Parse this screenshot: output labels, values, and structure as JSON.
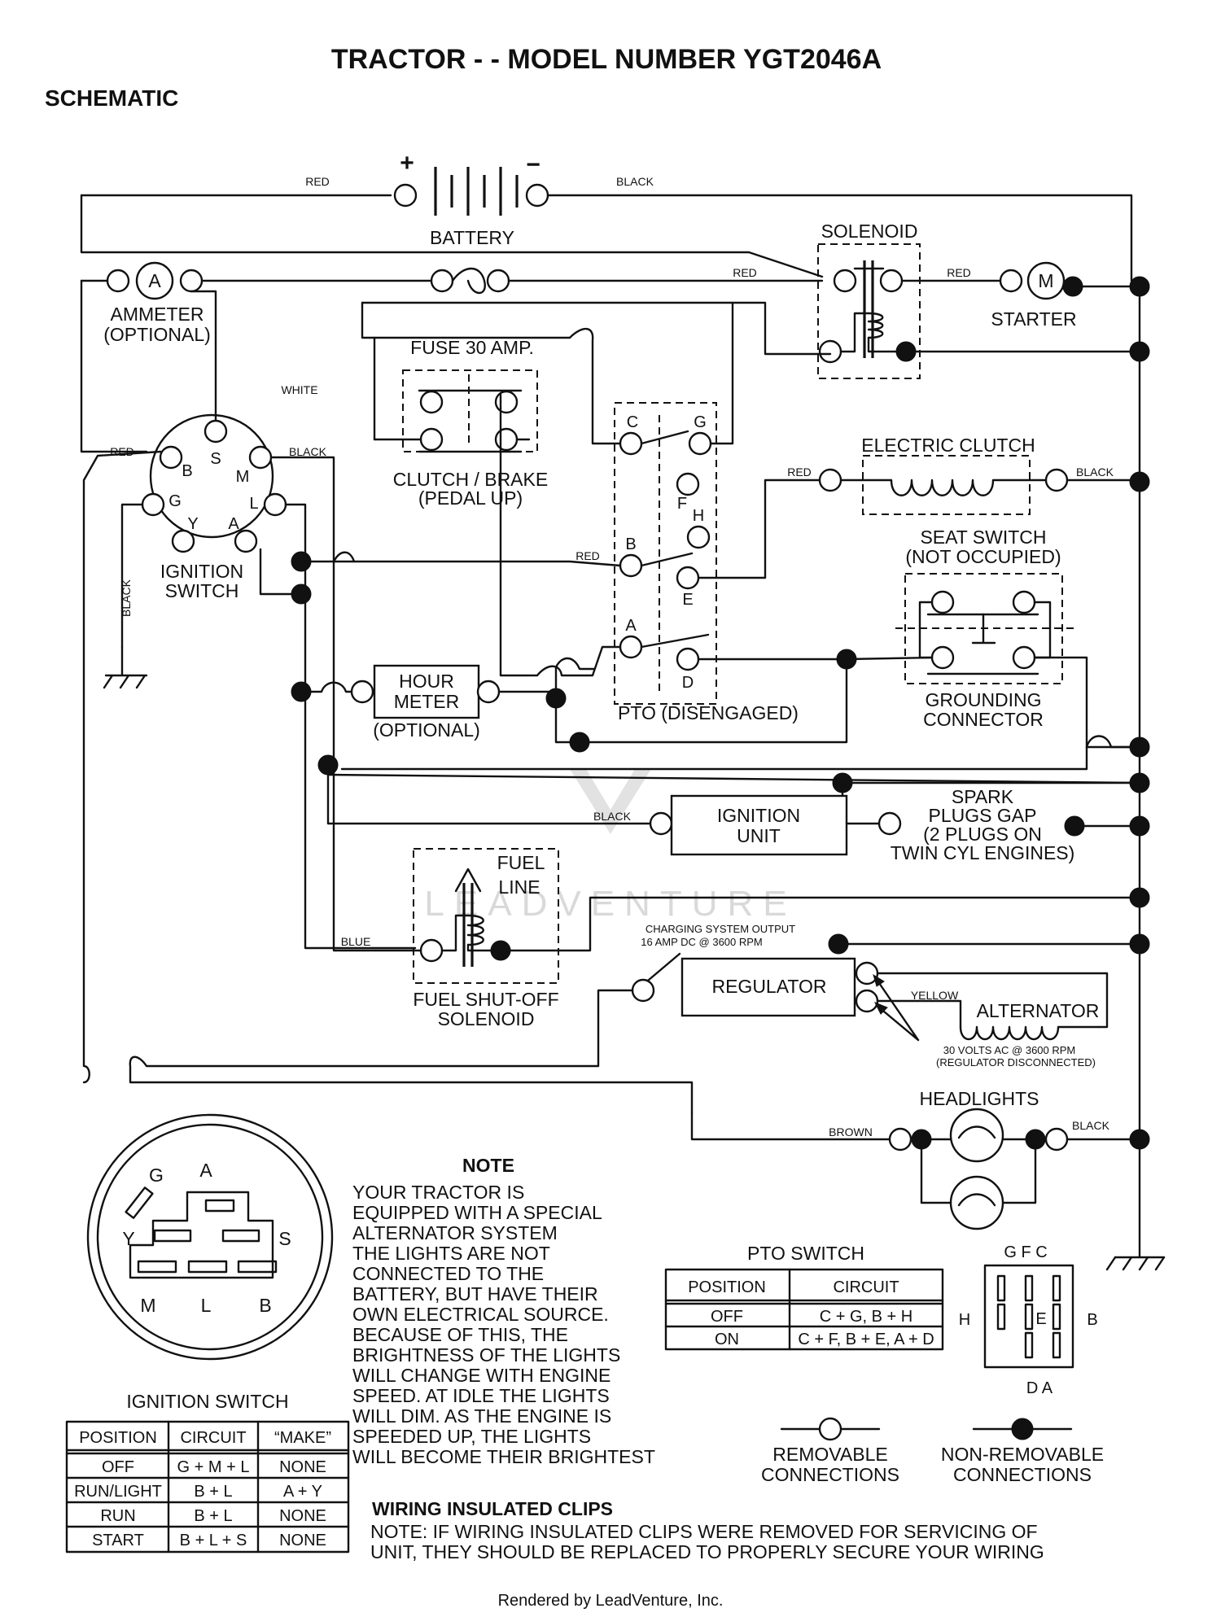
{
  "title": "TRACTOR - - MODEL NUMBER YGT2046A",
  "subtitle": "SCHEMATIC",
  "components": {
    "battery": "BATTERY",
    "battery_plus": "+",
    "battery_minus": "−",
    "solenoid": "SOLENOID",
    "ammeter_symbol": "A",
    "ammeter": [
      "AMMETER",
      "(OPTIONAL)"
    ],
    "starter_symbol": "M",
    "starter": "STARTER",
    "fuse": "FUSE 30 AMP.",
    "clutch_brake": [
      "CLUTCH / BRAKE",
      "(PEDAL UP)"
    ],
    "electric_clutch": "ELECTRIC CLUTCH",
    "seat_switch": [
      "SEAT SWITCH",
      "(NOT OCCUPIED)"
    ],
    "ignition_switch": [
      "IGNITION",
      "SWITCH"
    ],
    "hour_meter": [
      "HOUR",
      "METER"
    ],
    "hour_meter_optional": "(OPTIONAL)",
    "pto": "PTO (DISENGAGED)",
    "grounding_connector": [
      "GROUNDING",
      "CONNECTOR"
    ],
    "ignition_unit": [
      "IGNITION",
      "UNIT"
    ],
    "spark_plugs": [
      "SPARK",
      "PLUGS GAP",
      "(2 PLUGS ON",
      "TWIN CYL  ENGINES)"
    ],
    "fuel_line": [
      "FUEL",
      "LINE"
    ],
    "fuel_solenoid": [
      "FUEL SHUT-OFF",
      "SOLENOID"
    ],
    "charging_output": [
      "CHARGING SYSTEM OUTPUT",
      "16 AMP DC @ 3600 RPM"
    ],
    "regulator": "REGULATOR",
    "alternator": "ALTERNATOR",
    "alternator_note": [
      "30 VOLTS AC @ 3600 RPM",
      "(REGULATOR DISCONNECTED)"
    ],
    "headlights": "HEADLIGHTS"
  },
  "ignition_terminals": {
    "S": "S",
    "B": "B",
    "M": "M",
    "G": "G",
    "L": "L",
    "Y": "Y",
    "A": "A"
  },
  "pto_terminals": {
    "C": "C",
    "G": "G",
    "F": "F",
    "H": "H",
    "B": "B",
    "E": "E",
    "A": "A",
    "D": "D"
  },
  "wires": {
    "red_top": "RED",
    "black_top": "BLACK",
    "red_fuse": "RED",
    "red_starter": "RED",
    "white": "WHITE",
    "red_left": "RED",
    "black_ign": "BLACK",
    "red_clutch": "RED",
    "black_clutch": "BLACK",
    "red_pto": "RED",
    "black_vertical": "BLACK",
    "black_ignition_unit": "BLACK",
    "blue": "BLUE",
    "yellow": "YELLOW",
    "brown": "BROWN",
    "black_headlights": "BLACK"
  },
  "watermark": "LEADVENTURE",
  "ignition_key_diagram": {
    "A": "A",
    "G": "G",
    "Y": "Y",
    "S": "S",
    "M": "M",
    "L": "L",
    "B": "B"
  },
  "ignition_table": {
    "title": "IGNITION SWITCH",
    "headers": [
      "POSITION",
      "CIRCUIT",
      "“MAKE”"
    ],
    "rows": [
      [
        "OFF",
        "G + M + L",
        "NONE"
      ],
      [
        "RUN/LIGHT",
        "B + L",
        "A + Y"
      ],
      [
        "RUN",
        "B + L",
        "NONE"
      ],
      [
        "START",
        "B + L + S",
        "NONE"
      ]
    ]
  },
  "note": {
    "title": "NOTE",
    "lines": [
      "YOUR TRACTOR IS",
      "EQUIPPED WITH A SPECIAL",
      "ALTERNATOR SYSTEM",
      "THE LIGHTS ARE NOT",
      "CONNECTED TO THE",
      "BATTERY, BUT HAVE THEIR",
      "OWN ELECTRICAL SOURCE.",
      "BECAUSE OF THIS, THE",
      "BRIGHTNESS OF THE LIGHTS",
      "WILL CHANGE WITH ENGINE",
      "SPEED.  AT IDLE THE LIGHTS",
      "WILL DIM.  AS THE ENGINE IS",
      "SPEEDED UP, THE LIGHTS",
      "WILL BECOME THEIR BRIGHTEST"
    ]
  },
  "pto_table": {
    "title": "PTO SWITCH",
    "headers": [
      "POSITION",
      "CIRCUIT"
    ],
    "rows": [
      [
        "OFF",
        "C + G, B + H"
      ],
      [
        "ON",
        "C + F, B + E, A + D"
      ]
    ]
  },
  "pto_diagram": {
    "top": "G F C",
    "left": "H",
    "right": "B",
    "center": "E",
    "bottom": "D A"
  },
  "legend": {
    "removable": [
      "REMOVABLE",
      "CONNECTIONS"
    ],
    "non_removable": [
      "NON-REMOVABLE",
      "CONNECTIONS"
    ]
  },
  "clips": {
    "title": "WIRING INSULATED CLIPS",
    "lines": [
      "NOTE: IF WIRING INSULATED CLIPS WERE REMOVED FOR SERVICING OF",
      "UNIT, THEY SHOULD BE REPLACED TO PROPERLY SECURE YOUR WIRING"
    ]
  },
  "footer": "Rendered by LeadVenture, Inc."
}
